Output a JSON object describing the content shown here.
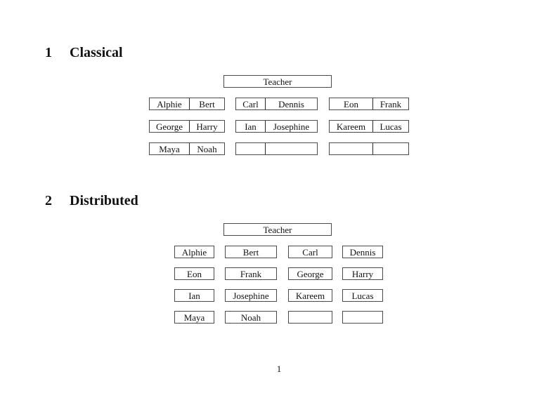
{
  "page": {
    "number": "1"
  },
  "sections": [
    {
      "number": "1",
      "title": "Classical"
    },
    {
      "number": "2",
      "title": "Distributed"
    }
  ],
  "classical": {
    "teacher_label": "Teacher",
    "desks": [
      {
        "left": "Alphie",
        "right": "Bert"
      },
      {
        "left": "Carl",
        "right": "Dennis"
      },
      {
        "left": "Eon",
        "right": "Frank"
      },
      {
        "left": "George",
        "right": "Harry"
      },
      {
        "left": "Ian",
        "right": "Josephine"
      },
      {
        "left": "Kareem",
        "right": "Lucas"
      },
      {
        "left": "Maya",
        "right": "Noah"
      },
      {
        "left": "",
        "right": ""
      },
      {
        "left": "",
        "right": ""
      }
    ]
  },
  "distributed": {
    "teacher_label": "Teacher",
    "seats": [
      "Alphie",
      "Bert",
      "Carl",
      "Dennis",
      "Eon",
      "Frank",
      "George",
      "Harry",
      "Ian",
      "Josephine",
      "Kareem",
      "Lucas",
      "Maya",
      "Noah",
      "",
      ""
    ]
  }
}
